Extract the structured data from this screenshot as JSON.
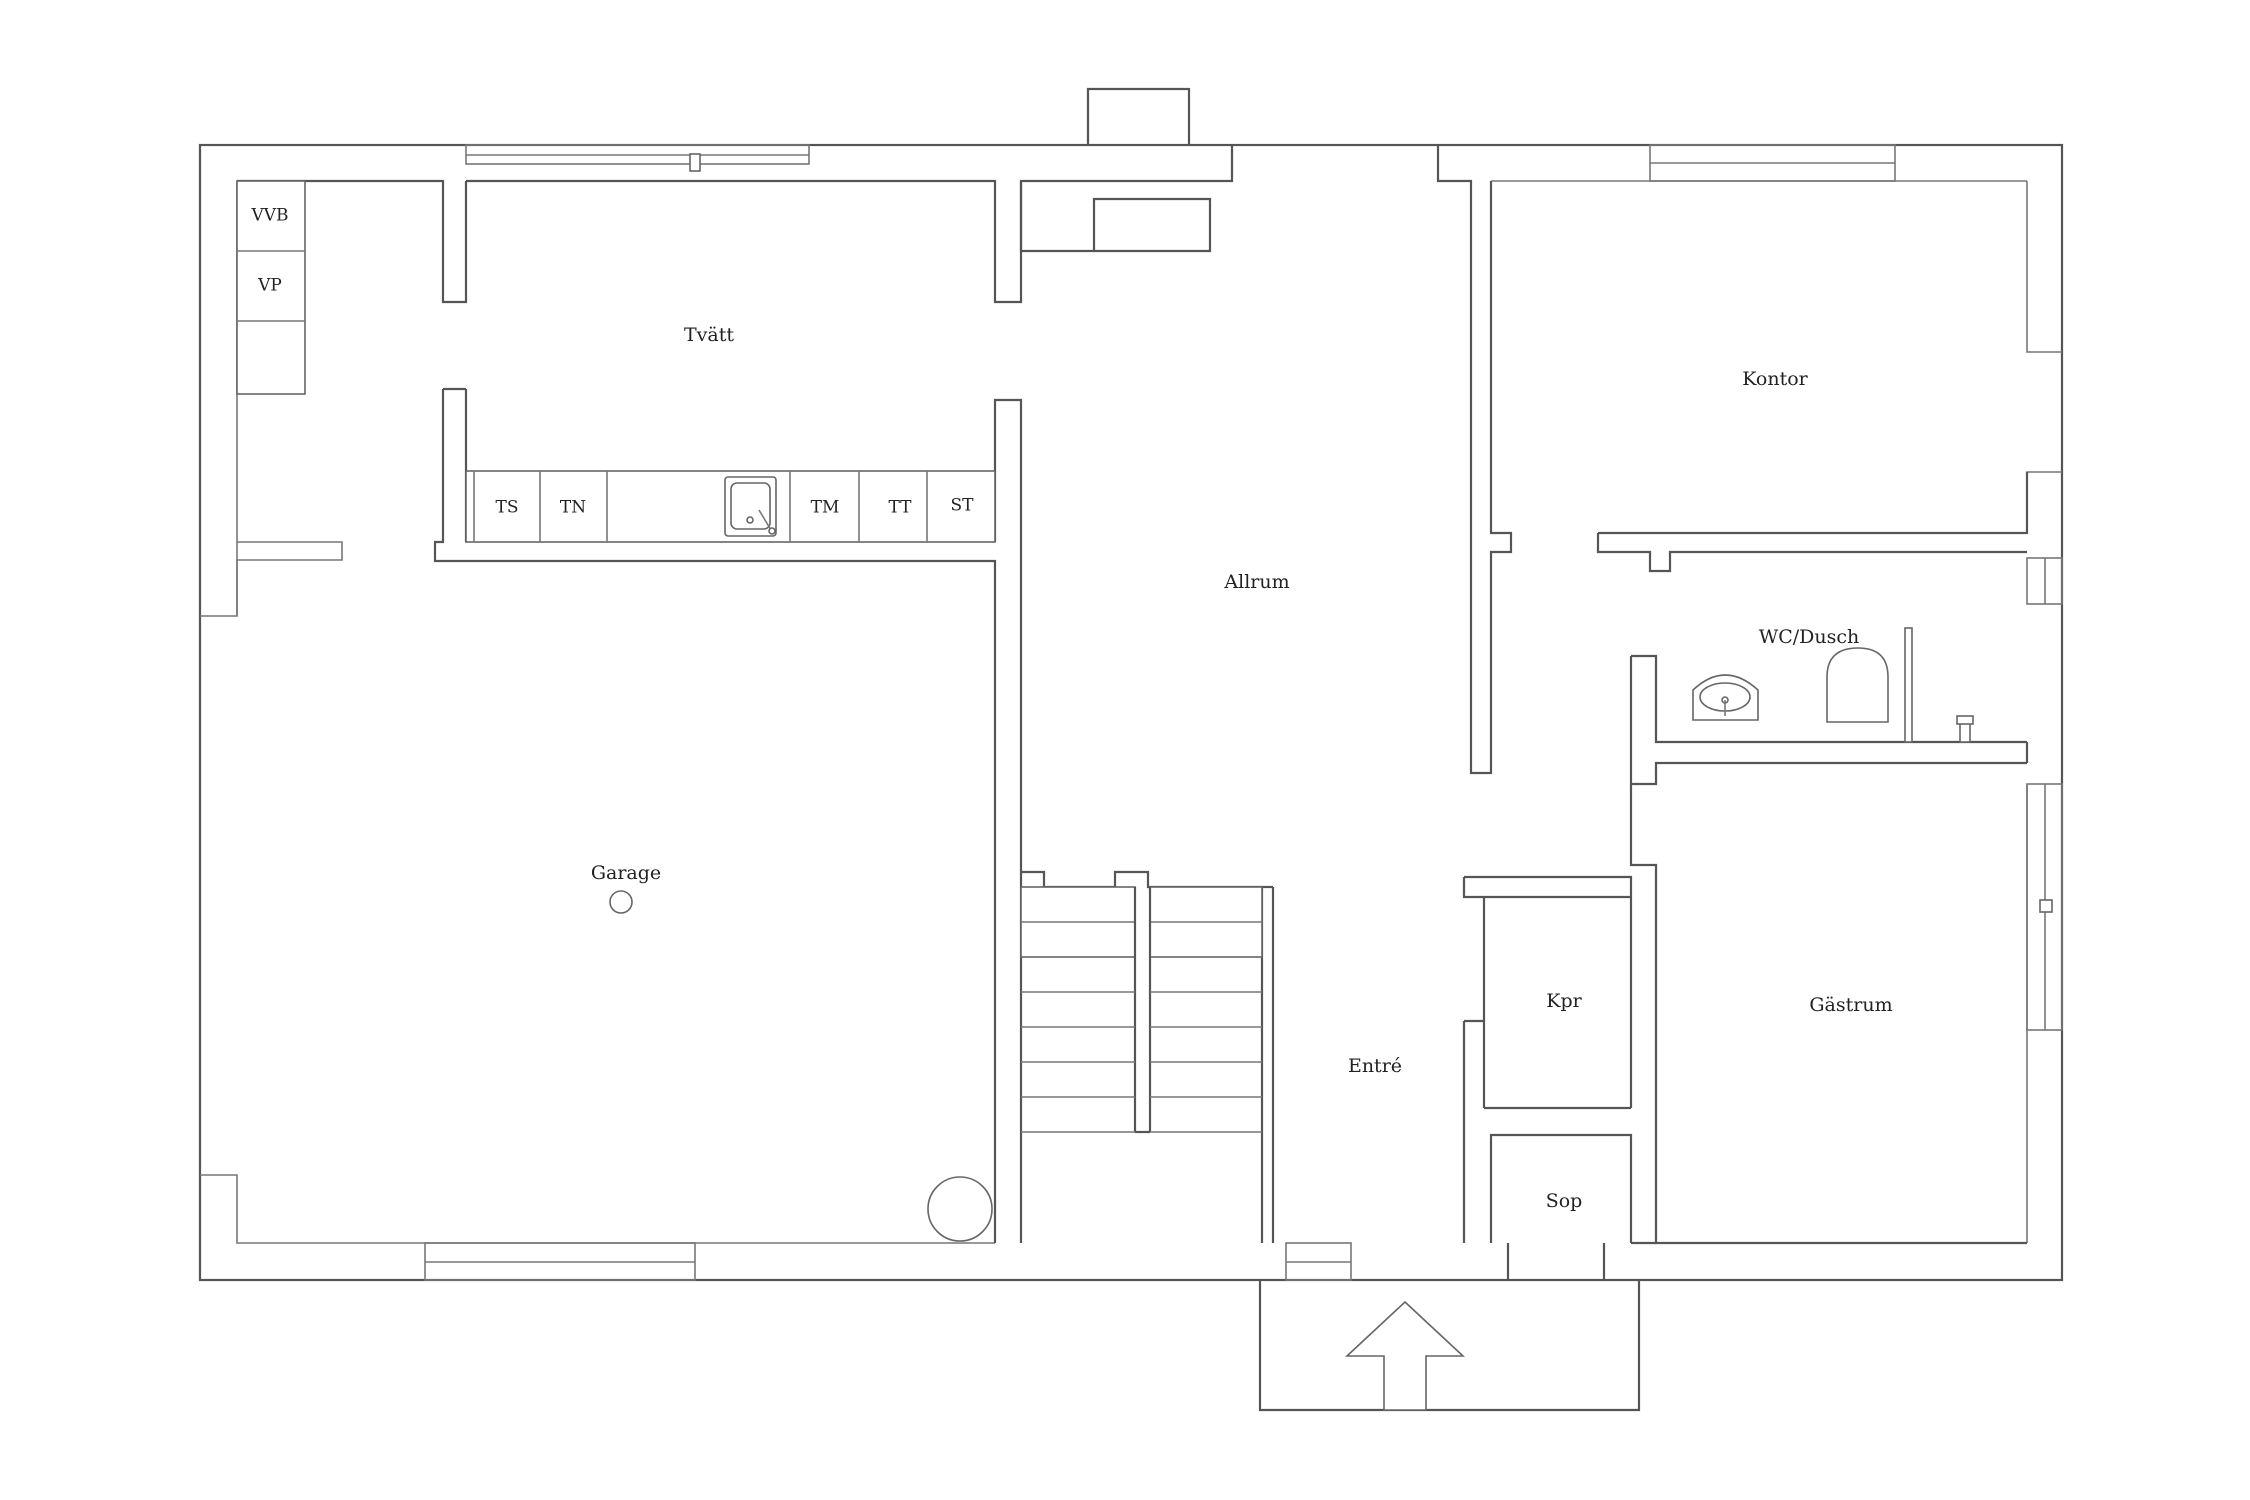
{
  "rooms": {
    "tvatt": "Tvätt",
    "allrum": "Allrum",
    "kontor": "Kontor",
    "wc_dusch": "WC/Dusch",
    "garage": "Garage",
    "kpr": "Kpr",
    "gastrum": "Gästrum",
    "entre": "Entré",
    "sop": "Sop"
  },
  "appliances": {
    "vvb": "VVB",
    "vp": "VP",
    "ts": "TS",
    "tn": "TN",
    "tm": "TM",
    "tt": "TT",
    "st": "ST"
  },
  "colors": {
    "wall": "#555555",
    "background": "#ffffff",
    "text": "#222222"
  }
}
